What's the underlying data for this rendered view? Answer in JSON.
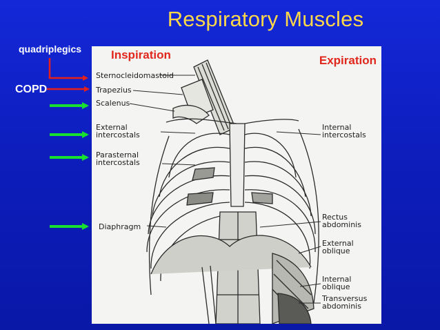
{
  "slide": {
    "title": "Respiratory Muscles",
    "side_labels": {
      "quadriplegics": "quadriplegics",
      "copd": "COPD"
    }
  },
  "figure": {
    "inspiration_heading": "Inspiration",
    "expiration_heading": "Expiration",
    "left_labels": {
      "sternocleidomastoid": "Sternocleidomastoid",
      "trapezius": "Trapezius",
      "scalenus": "Scalenus",
      "external_intercostals": [
        "External",
        "intercostals"
      ],
      "parasternal_intercostals": [
        "Parasternal",
        "intercostals"
      ],
      "diaphragm": "Diaphragm"
    },
    "right_labels": {
      "internal_intercostals": [
        "Internal",
        "intercostals"
      ],
      "rectus_abdominis": [
        "Rectus",
        "abdominis"
      ],
      "external_oblique": [
        "External",
        "oblique"
      ],
      "internal_oblique": [
        "Internal",
        "oblique"
      ],
      "transversus_abdominis": [
        "Transversus",
        "abdominis"
      ]
    }
  },
  "colors": {
    "background": "#1428d8",
    "title": "#ffd84a",
    "red_arrow": "#e8201a",
    "green_arrow": "#18e030",
    "heading": "#e1261c",
    "panel": "#f4f4f2"
  }
}
